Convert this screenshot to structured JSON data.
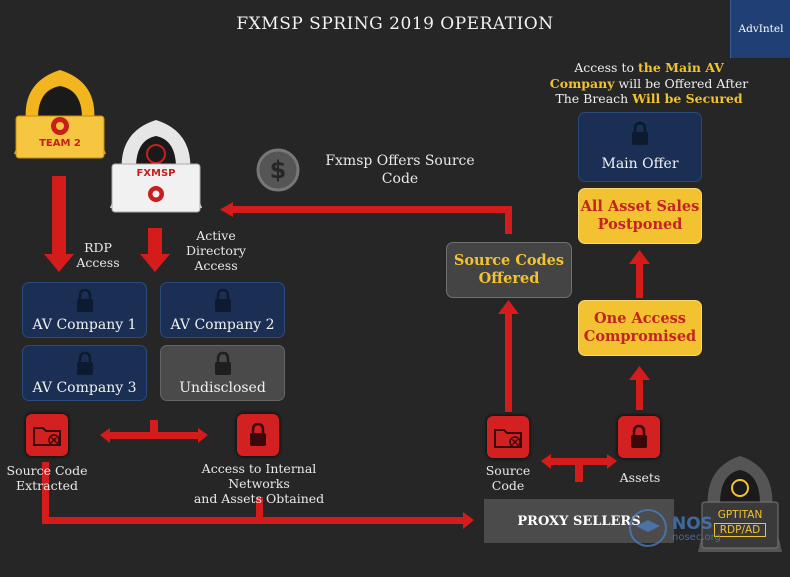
{
  "title": "FXMSP SPRING 2019 OPERATION",
  "brand": "AdvIntel",
  "actors": {
    "team2": "TEAM 2",
    "fxmsp": "FXMSP",
    "gptitan_line1": "GPTITAN",
    "gptitan_line2": "RDP/AD"
  },
  "arrow_labels": {
    "rdp": [
      "RDP",
      "Access"
    ],
    "ad": [
      "Active",
      "Directory",
      "Access"
    ],
    "fxmsp_offers": [
      "Fxmsp Offers Source",
      "Code"
    ]
  },
  "companies": [
    {
      "label": "AV Company 1"
    },
    {
      "label": "AV Company 2"
    },
    {
      "label": "AV Company 3"
    },
    {
      "label": "Undisclosed"
    }
  ],
  "outcomes": {
    "source_extracted": [
      "Source Code",
      "Extracted"
    ],
    "internal_access": [
      "Access to Internal Networks",
      "and Assets Obtained"
    ],
    "source_code": [
      "Source",
      "Code"
    ],
    "assets": "Assets"
  },
  "proxy_sellers": "PROXY SELLERS",
  "right_flow": {
    "source_codes_offered": [
      "Source Codes",
      "Offered"
    ],
    "one_access": [
      "One Access",
      "Compromised"
    ],
    "all_asset_sales": [
      "All Asset Sales",
      "Postponed"
    ],
    "main_offer": "Main Offer"
  },
  "top_note": {
    "part1": "Access to ",
    "part2": "the Main AV",
    "part3": "Company",
    "part4": " will be Offered After",
    "part5": "The Breach ",
    "part6": "Will be Secured"
  },
  "watermark": {
    "line1": "NOS",
    "line2": "nosec.org"
  },
  "colors": {
    "arrow_red": "#d41c1c",
    "gold": "#f2c230",
    "navy": "#1b2f55",
    "background": "#262626"
  }
}
